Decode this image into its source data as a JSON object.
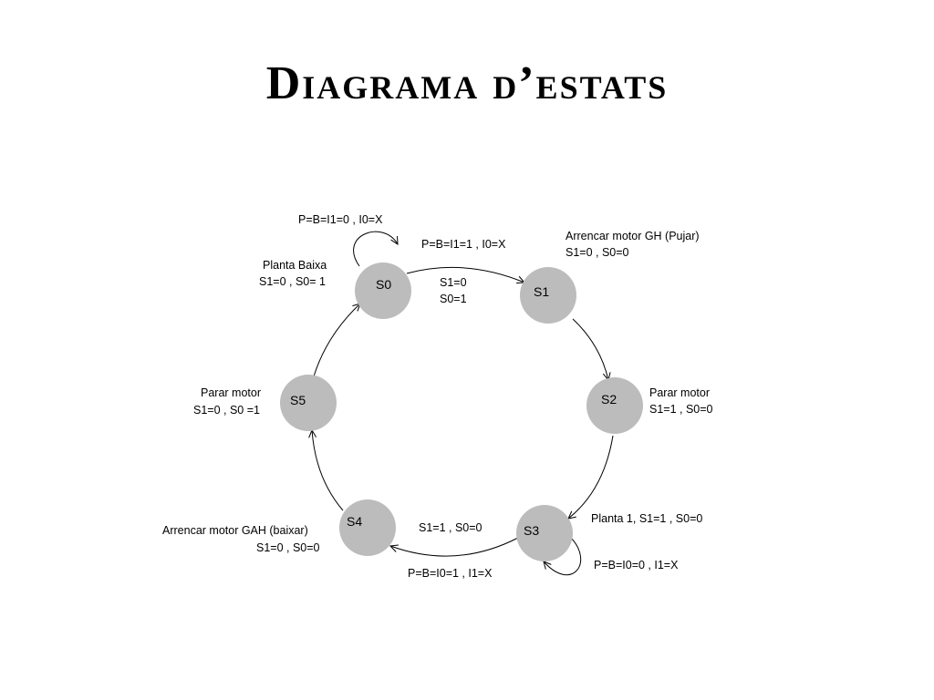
{
  "title": "Diagrama d’estats",
  "states": [
    {
      "id": "S0",
      "label": "S0",
      "desc": [
        "Planta Baixa",
        "S1=0 , S0= 1"
      ]
    },
    {
      "id": "S1",
      "label": "S1",
      "desc": [
        "Arrencar motor GH (Pujar)",
        "S1=0 , S0=0"
      ]
    },
    {
      "id": "S2",
      "label": "S2",
      "desc": [
        "Parar motor",
        "S1=1 , S0=0"
      ]
    },
    {
      "id": "S3",
      "label": "S3",
      "desc": [
        "Planta 1, S1=1 , S0=0"
      ]
    },
    {
      "id": "S4",
      "label": "S4",
      "desc": [
        "Arrencar motor GAH (baixar)",
        "S1=0 , S0=0"
      ]
    },
    {
      "id": "S5",
      "label": "S5",
      "desc": [
        "Parar motor",
        "S1=0 , S0 =1"
      ]
    }
  ],
  "transitions": [
    {
      "from": "S0",
      "to": "S0",
      "label": "P=B=I1=0 , I0=X"
    },
    {
      "from": "S0",
      "to": "S1",
      "label": "P=B=I1=1 , I0=X"
    },
    {
      "from": "S3",
      "to": "S3",
      "label": "P=B=I0=0 , I1=X"
    },
    {
      "from": "S3",
      "to": "S4",
      "label": "P=B=I0=1 , I1=X"
    }
  ],
  "inner_labels": {
    "s0_s1": [
      "S1=0",
      "S0=1"
    ],
    "s3_s4": "S1=1 , S0=0"
  }
}
